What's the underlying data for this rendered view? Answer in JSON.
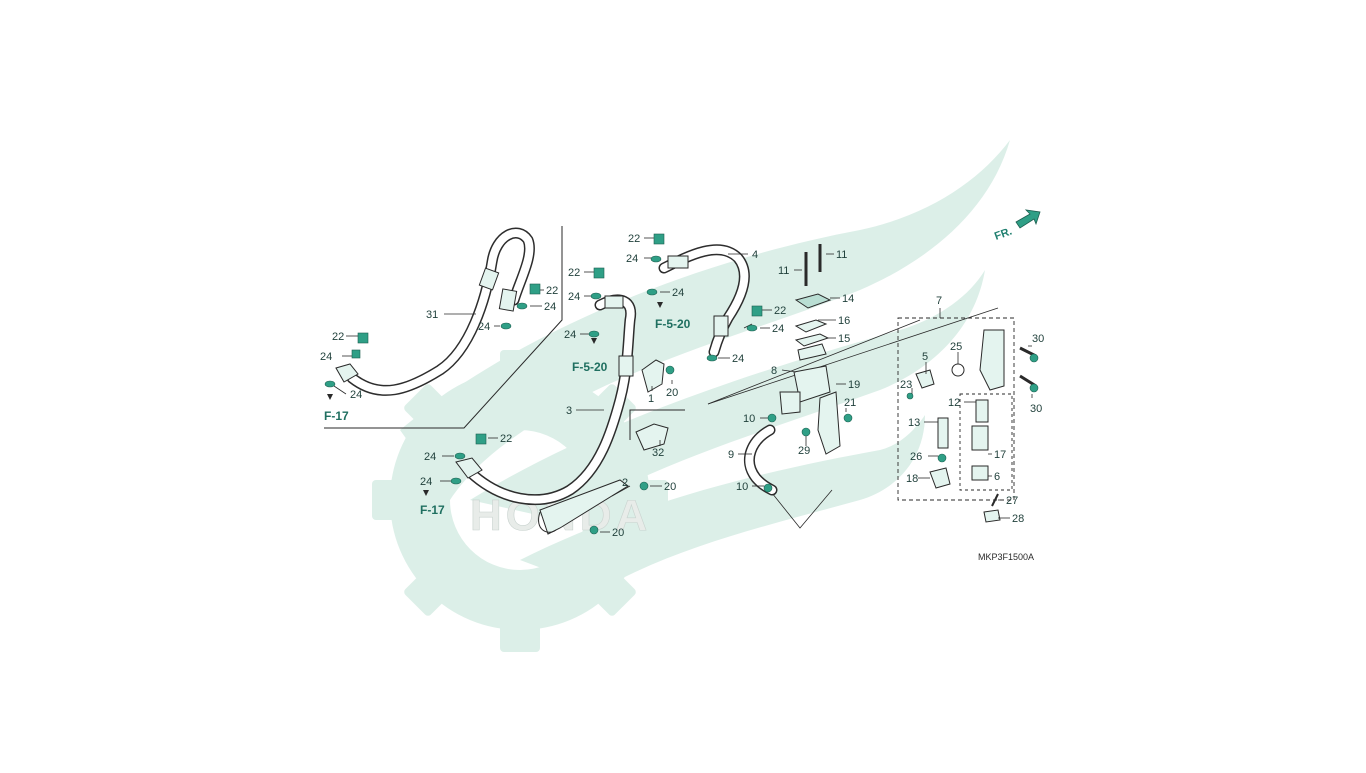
{
  "diagram": {
    "drawing_code": "MKP3F1500A",
    "direction_label": "FR.",
    "watermark_text": "HONDA",
    "callouts": [
      {
        "n": "1"
      },
      {
        "n": "2"
      },
      {
        "n": "3"
      },
      {
        "n": "4"
      },
      {
        "n": "5"
      },
      {
        "n": "6"
      },
      {
        "n": "7"
      },
      {
        "n": "8"
      },
      {
        "n": "9"
      },
      {
        "n": "10"
      },
      {
        "n": "10"
      },
      {
        "n": "11"
      },
      {
        "n": "11"
      },
      {
        "n": "12"
      },
      {
        "n": "13"
      },
      {
        "n": "14"
      },
      {
        "n": "15"
      },
      {
        "n": "16"
      },
      {
        "n": "17"
      },
      {
        "n": "18"
      },
      {
        "n": "19"
      },
      {
        "n": "20"
      },
      {
        "n": "20"
      },
      {
        "n": "20"
      },
      {
        "n": "21"
      },
      {
        "n": "22"
      },
      {
        "n": "22"
      },
      {
        "n": "22"
      },
      {
        "n": "22"
      },
      {
        "n": "22"
      },
      {
        "n": "22"
      },
      {
        "n": "23"
      },
      {
        "n": "24"
      },
      {
        "n": "24"
      },
      {
        "n": "24"
      },
      {
        "n": "24"
      },
      {
        "n": "24"
      },
      {
        "n": "24"
      },
      {
        "n": "24"
      },
      {
        "n": "24"
      },
      {
        "n": "24"
      },
      {
        "n": "24"
      },
      {
        "n": "24"
      },
      {
        "n": "24"
      },
      {
        "n": "24"
      },
      {
        "n": "25"
      },
      {
        "n": "26"
      },
      {
        "n": "27"
      },
      {
        "n": "28"
      },
      {
        "n": "29"
      },
      {
        "n": "30"
      },
      {
        "n": "30"
      },
      {
        "n": "31"
      },
      {
        "n": "32"
      }
    ],
    "references": [
      {
        "ref": "F-17"
      },
      {
        "ref": "F-17"
      },
      {
        "ref": "F-5-20"
      },
      {
        "ref": "F-5-20"
      }
    ]
  },
  "colors": {
    "watermark": "#dcefe8",
    "accent": "#1f7f6f",
    "line": "#2a2a2a",
    "part_fill": "#e4f4ef"
  },
  "icons": {
    "direction": "arrow-right-icon",
    "watermark": "gear-wing-logo"
  }
}
